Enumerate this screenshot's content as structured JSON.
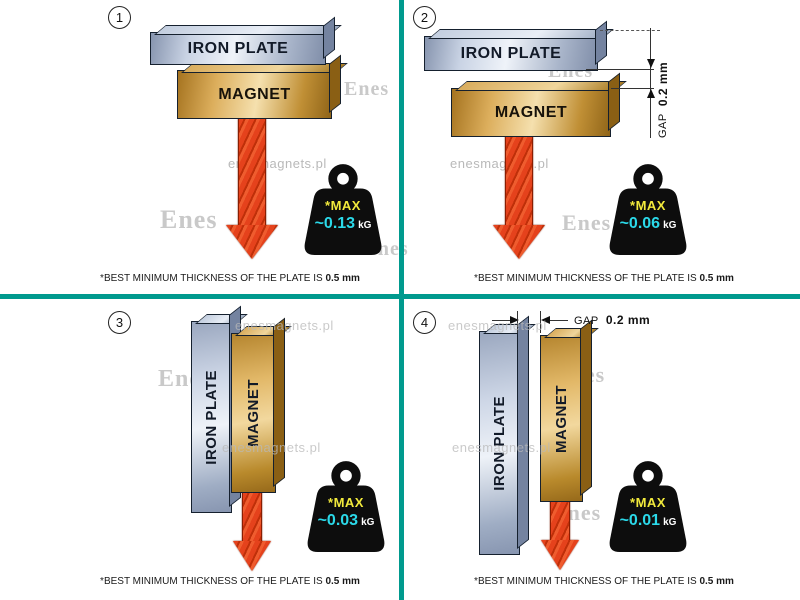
{
  "colors": {
    "divider": "#009a8e",
    "arrow": "#dd3a12",
    "max_label": "#f2ea3c",
    "value": "#2bd9e9",
    "unit": "#ffffff"
  },
  "watermarks": [
    {
      "text": "enesmagnets.pl"
    },
    {
      "text": "Enes"
    },
    {
      "text": "Enes"
    },
    {
      "text": "Enes"
    },
    {
      "text": "enesmagnets.pl"
    },
    {
      "text": "Enes"
    },
    {
      "text": "enes"
    },
    {
      "text": "enesmagnets.pl"
    },
    {
      "text": "Enes"
    },
    {
      "text": "enesmagnets.pl"
    },
    {
      "text": "enesmagnets.pl"
    },
    {
      "text": "Enes"
    },
    {
      "text": "enesmagnets.pl"
    },
    {
      "text": "Enes"
    }
  ],
  "panels": [
    {
      "number": "1",
      "plate_label": "IRON PLATE",
      "magnet_label": "MAGNET",
      "max_label": "*MAX",
      "value": "~0.13",
      "unit": "kG",
      "caption_text": "*BEST MINIMUM THICKNESS OF THE PLATE IS",
      "caption_bold": "0.5 mm"
    },
    {
      "number": "2",
      "plate_label": "IRON PLATE",
      "magnet_label": "MAGNET",
      "max_label": "*MAX",
      "value": "~0.06",
      "unit": "kG",
      "gap_label": "GAP",
      "gap_value": "0.2 mm",
      "caption_text": "*BEST MINIMUM THICKNESS OF THE PLATE IS",
      "caption_bold": "0.5 mm"
    },
    {
      "number": "3",
      "plate_label": "IRON PLATE",
      "magnet_label": "MAGNET",
      "max_label": "*MAX",
      "value": "~0.03",
      "unit": "kG",
      "caption_text": "*BEST MINIMUM THICKNESS OF THE PLATE IS",
      "caption_bold": "0.5 mm"
    },
    {
      "number": "4",
      "plate_label": "IRON PLATE",
      "magnet_label": "MAGNET",
      "max_label": "*MAX",
      "value": "~0.01",
      "unit": "kG",
      "gap_label": "GAP",
      "gap_value": "0.2 mm",
      "caption_text": "*BEST MINIMUM THICKNESS OF THE PLATE IS",
      "caption_bold": "0.5 mm"
    }
  ]
}
